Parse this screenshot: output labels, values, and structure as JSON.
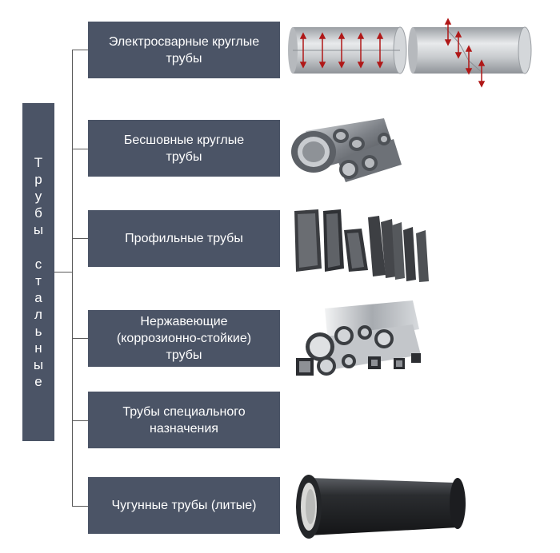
{
  "root": {
    "label_word1": [
      "Т",
      "р",
      "у",
      "б",
      "ы"
    ],
    "label_word2": [
      "с",
      "т",
      "а",
      "л",
      "ь",
      "н",
      "ы",
      "е"
    ]
  },
  "categories": [
    {
      "line1": "Электросварные круглые",
      "line2": "трубы",
      "line3": "",
      "icon": "welded-pipe-icon"
    },
    {
      "line1": "Бесшовные круглые",
      "line2": "трубы",
      "line3": "",
      "icon": "seamless-pipe-bundle-icon"
    },
    {
      "line1": "Профильные трубы",
      "line2": "",
      "line3": "",
      "icon": "profile-pipe-icon"
    },
    {
      "line1": "Нержавеющие",
      "line2": "(коррозионно-стойкие)",
      "line3": "трубы",
      "icon": "stainless-pipe-bundle-icon"
    },
    {
      "line1": "Трубы специального",
      "line2": "назначения",
      "line3": "",
      "icon": ""
    },
    {
      "line1": "Чугунные трубы (литые)",
      "line2": "",
      "line3": "",
      "icon": "cast-iron-pipe-icon"
    }
  ],
  "colors": {
    "box": "#4b5466",
    "text": "#ffffff",
    "connector": "#5a5a5a"
  }
}
